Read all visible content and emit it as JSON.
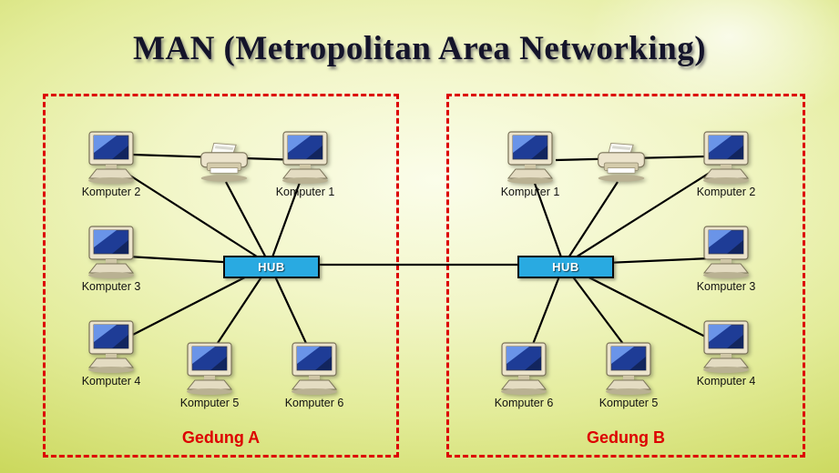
{
  "title": "MAN (Metropolitan Area Networking)",
  "colors": {
    "hub_fill": "#29aae1",
    "building_border": "#dd0000",
    "building_label_color": "#dd0000",
    "wire_color": "#000000",
    "background_edge": "#adc23d",
    "background_center": "#fbfdea"
  },
  "buildings": [
    {
      "name": "Gedung A",
      "hub": {
        "label": "HUB"
      },
      "nodes": [
        {
          "type": "computer",
          "label": "Komputer 2"
        },
        {
          "type": "printer",
          "label": ""
        },
        {
          "type": "computer",
          "label": "Komputer 1"
        },
        {
          "type": "computer",
          "label": "Komputer 3"
        },
        {
          "type": "computer",
          "label": "Komputer 4"
        },
        {
          "type": "computer",
          "label": "Komputer 5"
        },
        {
          "type": "computer",
          "label": "Komputer 6"
        }
      ]
    },
    {
      "name": "Gedung B",
      "hub": {
        "label": "HUB"
      },
      "nodes": [
        {
          "type": "computer",
          "label": "Komputer 1"
        },
        {
          "type": "printer",
          "label": ""
        },
        {
          "type": "computer",
          "label": "Komputer 2"
        },
        {
          "type": "computer",
          "label": "Komputer 3"
        },
        {
          "type": "computer",
          "label": "Komputer 4"
        },
        {
          "type": "computer",
          "label": "Komputer 6"
        },
        {
          "type": "computer",
          "label": "Komputer 5"
        }
      ]
    }
  ]
}
